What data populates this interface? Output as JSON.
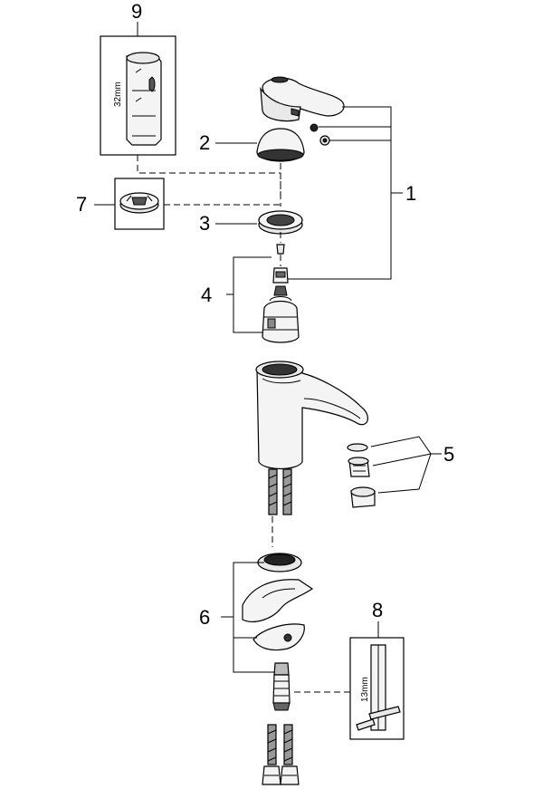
{
  "callouts": {
    "c1": "1",
    "c2": "2",
    "c3": "3",
    "c4": "4",
    "c5": "5",
    "c6": "6",
    "c7": "7",
    "c8": "8",
    "c9": "9"
  },
  "dimensions": {
    "wrench_9": "32mm",
    "wrench_8": "13mm"
  },
  "icons": {
    "lever_handle": "lever-handle-icon",
    "escutcheon": "escutcheon-icon",
    "cartridge": "cartridge-icon",
    "faucet_body": "faucet-body-icon",
    "aerator": "aerator-icon",
    "mounting_set": "mounting-set-icon",
    "supply_hose": "supply-hose-icon",
    "key_tool_8": "hex-key-tool-icon",
    "socket_wrench_9": "socket-wrench-icon",
    "adjustment_ring_7": "adjustment-ring-icon"
  }
}
